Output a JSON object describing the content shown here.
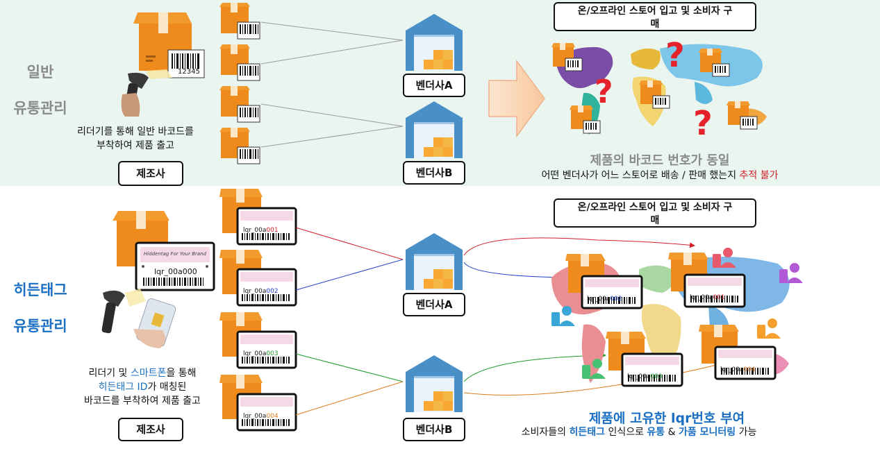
{
  "colors": {
    "top_bg": "#e9f5ee",
    "box_orange": "#ef8a1c",
    "warehouse_blue": "#4a90c8",
    "accent_blue": "#1a6fc2",
    "accent_red": "#d0202a"
  },
  "top": {
    "side_label_1": "일반",
    "side_label_2": "유통관리",
    "maker_caption_1": "리더기를 통해 일반 바코드를",
    "maker_caption_2": "부착하여 제품 출고",
    "maker_label": "제조사",
    "barcode_number": "12345",
    "vendor_a": "벤더사A",
    "vendor_b": "벤더사B",
    "store_title_1": "온/오프라인 스토어 입고 및 소비자 구",
    "store_title_2": "매",
    "headline": "제품의 바코드 번호가 동일",
    "sub_prefix": "어떤 벤더사가 어느 스토어로 배송 / 판매 했는지 ",
    "sub_highlight": "추적 불가"
  },
  "bottom": {
    "side_label_1": "히든태그",
    "side_label_2": "유통관리",
    "caption_line1_a": "리더기 및 ",
    "caption_line1_b": "스마트폰",
    "caption_line1_c": "을 통해",
    "caption_line2_a": "히든태그 ID",
    "caption_line2_b": "가 매칭된",
    "caption_line3": "바코드를 부착하여 제품 출고",
    "maker_label": "제조사",
    "vendor_a": "벤더사A",
    "vendor_b": "벤더사B",
    "store_title_1": "온/오프라인 스토어 입고 및 소비자 구",
    "store_title_2": "매",
    "brand_text": "Hiddentag For Your Brand",
    "main_tag_id": "lqr_00a000",
    "tag_prefix": "lqr_00a",
    "tags": [
      {
        "suffix": "001",
        "color": "#d0202a"
      },
      {
        "suffix": "002",
        "color": "#1f3fc8"
      },
      {
        "suffix": "003",
        "color": "#1c9a2a"
      },
      {
        "suffix": "004",
        "color": "#e07b1a"
      }
    ],
    "headline": "제품에 고유한 lqr번호 부여",
    "sub_a": "소비자들의 ",
    "sub_b": "히든태그",
    "sub_c": " 인식으로 ",
    "sub_d": "유통",
    "sub_e": " & ",
    "sub_f": "가품 모니터링",
    "sub_g": " 가능"
  }
}
